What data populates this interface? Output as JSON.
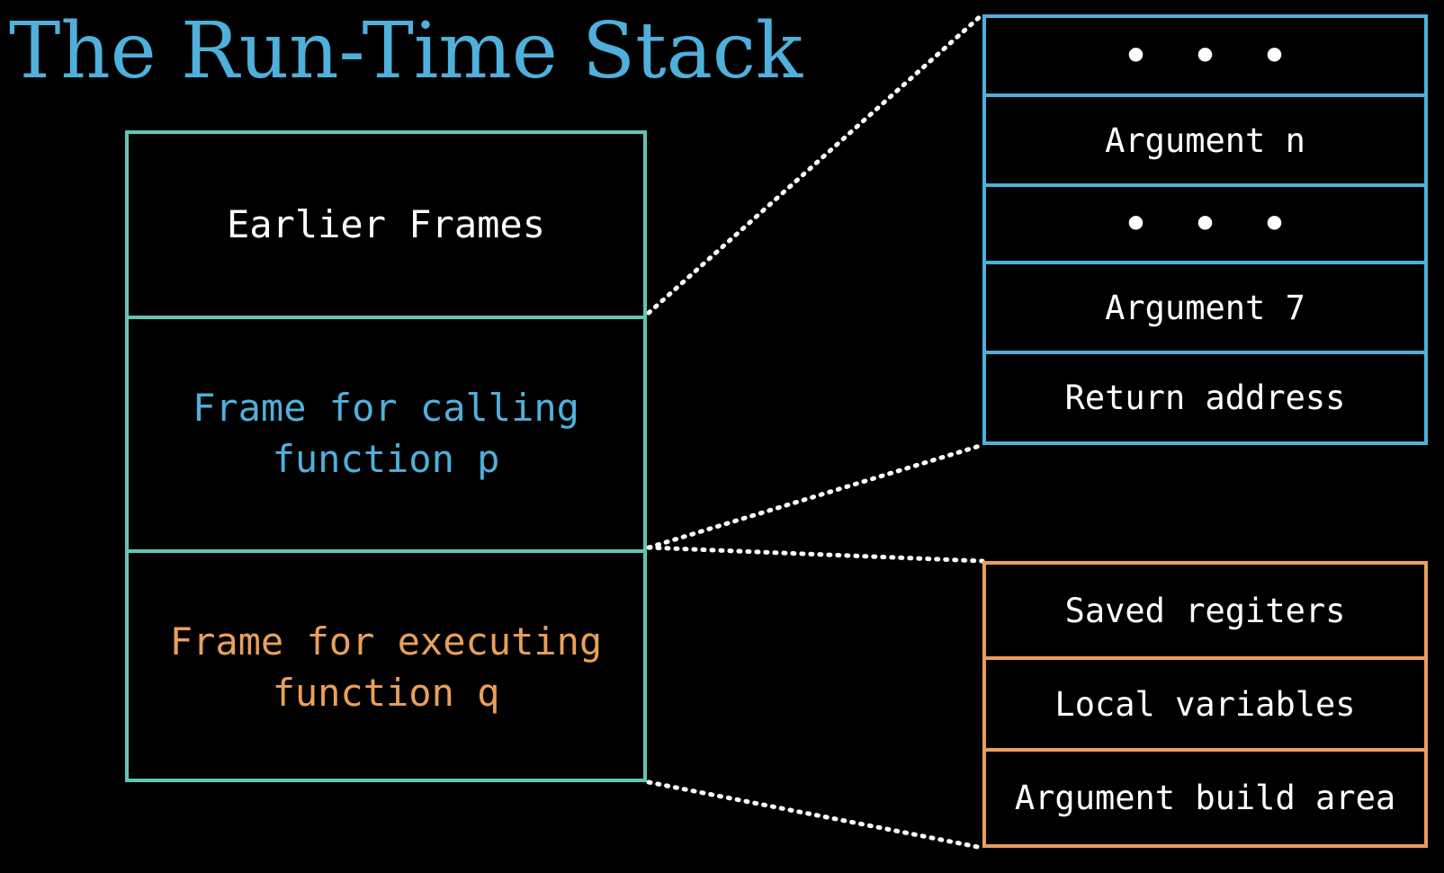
{
  "title": "The Run-Time Stack",
  "colors": {
    "background": "#000000",
    "title": "#4fb0dc",
    "stack_border": "#5fc6b4",
    "caller_text": "#4fb0dc",
    "callee_text": "#e9a05a",
    "caller_detail_border": "#4fb0dc",
    "callee_detail_border": "#e9a05a",
    "label_text": "#ffffff",
    "connector": "#ffffff"
  },
  "stack": {
    "earlier_frames": "Earlier Frames",
    "caller_frame": {
      "line1": "Frame for calling",
      "line2": "function p"
    },
    "callee_frame": {
      "line1": "Frame for executing",
      "line2": "function q"
    }
  },
  "caller_detail": {
    "rows": [
      "• • •",
      "Argument n",
      "• • •",
      "Argument 7",
      "Return address"
    ]
  },
  "callee_detail": {
    "rows": [
      "Saved regiters",
      "Local variables",
      "Argument build area"
    ]
  }
}
